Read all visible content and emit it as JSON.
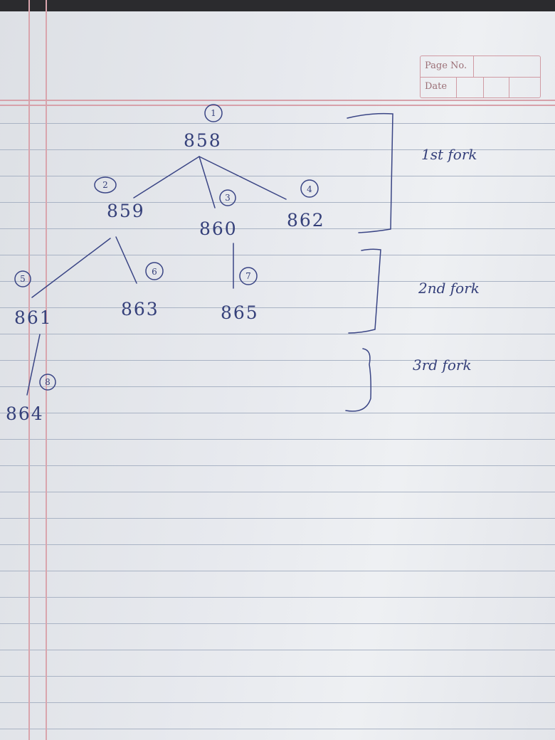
{
  "page_box": {
    "page_label": "Page No.",
    "date_label": "Date"
  },
  "tree": {
    "nodes": [
      {
        "id": "858",
        "step": "1"
      },
      {
        "id": "859",
        "step": "2"
      },
      {
        "id": "860",
        "step": "3"
      },
      {
        "id": "862",
        "step": "4"
      },
      {
        "id": "861",
        "step": "5"
      },
      {
        "id": "863",
        "step": "6"
      },
      {
        "id": "865",
        "step": "7"
      },
      {
        "id": "864",
        "step": "8"
      }
    ]
  },
  "annotations": {
    "first_fork": "1st fork",
    "second_fork": "2nd fork",
    "third_fork": "3rd fork"
  },
  "colors": {
    "ink": "#35407a",
    "ruling": "#a9b3c4",
    "margin": "#d9a5ad",
    "paper": "#e7e9ee"
  }
}
